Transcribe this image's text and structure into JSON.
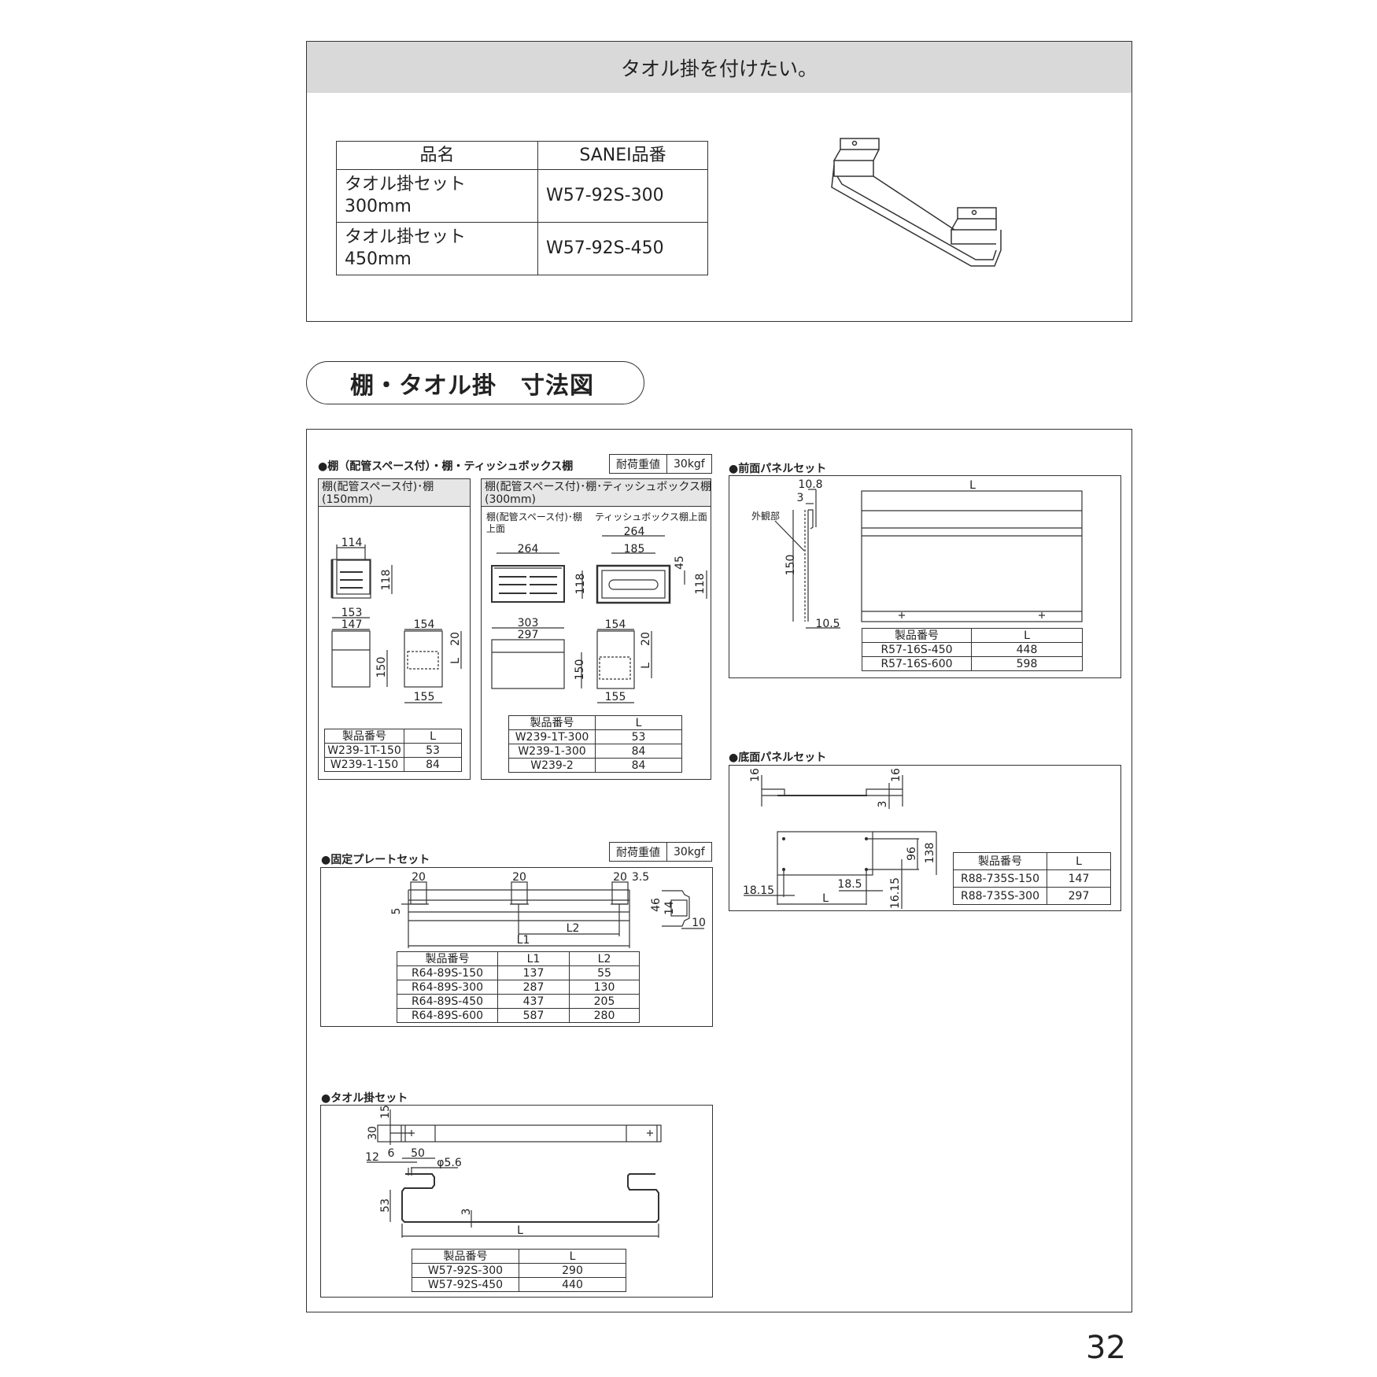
{
  "top_section": {
    "title": "タオル掛を付けたい。",
    "table": {
      "headers": [
        "品名",
        "SANEI品番"
      ],
      "rows": [
        {
          "name_line1": "タオル掛セット",
          "name_line2": "300mm",
          "code": "W57-92S-300"
        },
        {
          "name_line1": "タオル掛セット",
          "name_line2": "450mm",
          "code": "W57-92S-450"
        }
      ]
    }
  },
  "dimensions_title": "棚・タオル掛　寸法図",
  "shelf": {
    "title": "●棚（配管スペース付）・棚・ティッシュボックス棚",
    "load_label": "耐荷重値",
    "load_value": "30kgf",
    "left": {
      "header_line1": "棚(配管スペース付)･棚",
      "header_line2": "(150mm)",
      "dims": {
        "d114": "114",
        "d118": "118",
        "d153": "153",
        "d147": "147",
        "d150": "150",
        "d154": "154",
        "d20": "20",
        "dL": "L",
        "d155": "155"
      },
      "table": {
        "headers": [
          "製品番号",
          "L"
        ],
        "rows": [
          [
            "W239-1T-150",
            "53"
          ],
          [
            "W239-1-150",
            "84"
          ]
        ]
      }
    },
    "right": {
      "header_line1": "棚(配管スペース付)･棚･ティッシュボックス棚",
      "header_line2": "(300mm)",
      "label_shelf_top_1": "棚(配管スペース付)･棚",
      "label_shelf_top_2": "上面",
      "label_tissue_top": "ティッシュボックス棚上面",
      "dims": {
        "d264a": "264",
        "d118a": "118",
        "d264b": "264",
        "d185": "185",
        "d45": "45",
        "d118b": "118",
        "d303": "303",
        "d297": "297",
        "d150": "150",
        "d154": "154",
        "d20": "20",
        "dL": "L",
        "d155": "155"
      },
      "table": {
        "headers": [
          "製品番号",
          "L"
        ],
        "rows": [
          [
            "W239-1T-300",
            "53"
          ],
          [
            "W239-1-300",
            "84"
          ],
          [
            "W239-2",
            "84"
          ]
        ]
      }
    }
  },
  "front_panel": {
    "title": "●前面パネルセット",
    "exterior_label": "外観部",
    "dims": {
      "d108": "10.8",
      "d3": "3",
      "d150": "150",
      "d105": "10.5",
      "dL": "L"
    },
    "table": {
      "headers": [
        "製品番号",
        "L"
      ],
      "rows": [
        [
          "R57-16S-450",
          "448"
        ],
        [
          "R57-16S-600",
          "598"
        ]
      ]
    }
  },
  "bottom_panel": {
    "title": "●底面パネルセット",
    "dims": {
      "d16a": "16",
      "d16b": "16",
      "d3": "3",
      "d96": "96",
      "d138": "138",
      "d1815": "18.15",
      "d185": "18.5",
      "d1615": "16.15",
      "dL": "L"
    },
    "table": {
      "headers": [
        "製品番号",
        "L"
      ],
      "rows": [
        [
          "R88-735S-150",
          "147"
        ],
        [
          "R88-735S-300",
          "297"
        ]
      ]
    }
  },
  "fixed_plate": {
    "title": "●固定プレートセット",
    "load_label": "耐荷重値",
    "load_value": "30kgf",
    "dims": {
      "d20a": "20",
      "d20b": "20",
      "d20c": "20",
      "d35": "3.5",
      "d5": "5",
      "dL1": "L1",
      "dL2": "L2",
      "d46": "46",
      "d14": "14",
      "d10": "10"
    },
    "table": {
      "headers": [
        "製品番号",
        "L1",
        "L2"
      ],
      "rows": [
        [
          "R64-89S-150",
          "137",
          "55"
        ],
        [
          "R64-89S-300",
          "287",
          "130"
        ],
        [
          "R64-89S-450",
          "437",
          "205"
        ],
        [
          "R64-89S-600",
          "587",
          "280"
        ]
      ]
    }
  },
  "towel_set": {
    "title": "●タオル掛セット",
    "dims": {
      "d15": "15",
      "d30": "30",
      "d12": "12",
      "d6": "6",
      "d50": "50",
      "dphi": "φ5.6",
      "d53": "53",
      "d3": "3",
      "dL": "L"
    },
    "table": {
      "headers": [
        "製品番号",
        "L"
      ],
      "rows": [
        [
          "W57-92S-300",
          "290"
        ],
        [
          "W57-92S-450",
          "440"
        ]
      ]
    }
  },
  "page_number": "32"
}
